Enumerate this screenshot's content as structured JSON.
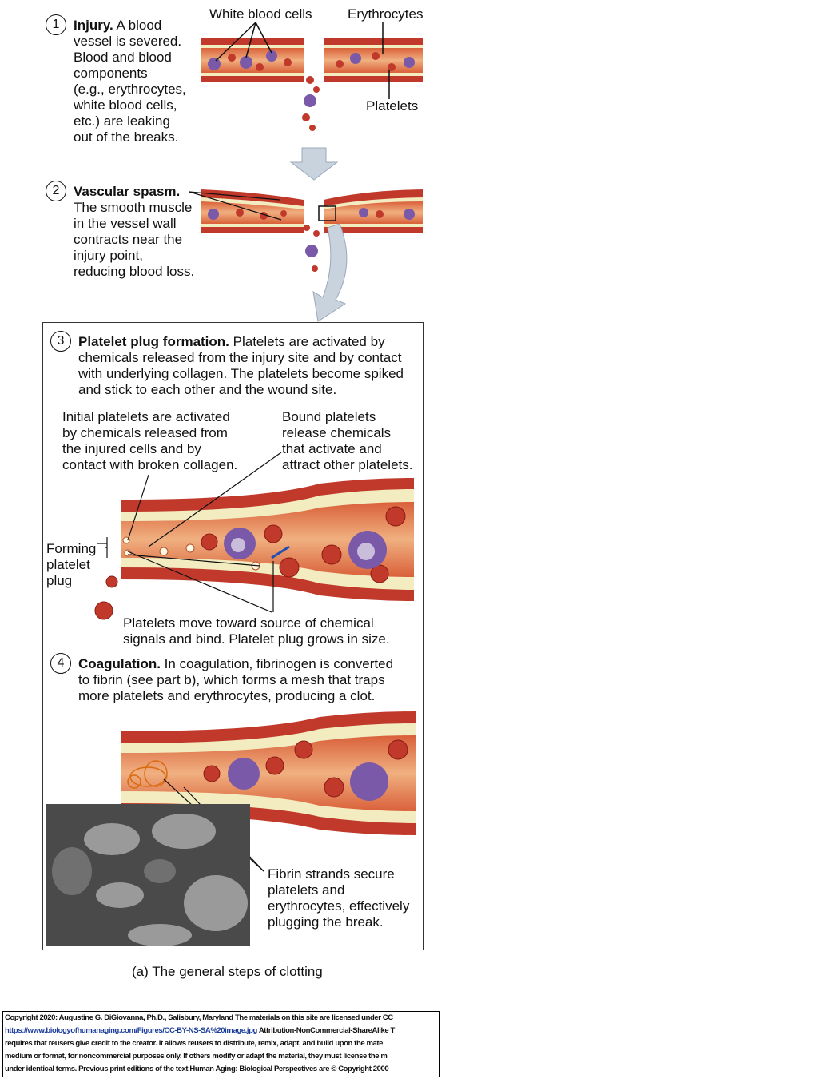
{
  "steps": [
    {
      "number": "1",
      "title": "Injury.",
      "text": " A blood\nvessel is severed.\nBlood and blood\ncomponents\n(e.g., erythrocytes,\nwhite blood cells,\netc.) are leaking\nout of the breaks."
    },
    {
      "number": "2",
      "title": "Vascular spasm.",
      "text": "\nThe smooth muscle\nin the vessel wall\ncontracts near the\ninjury point,\nreducing blood loss."
    },
    {
      "number": "3",
      "title": "Platelet plug formation.",
      "text": " Platelets are activated by\nchemicals released from the injury site and by contact\nwith underlying collagen. The platelets become spiked\nand stick to each other and the wound site."
    },
    {
      "number": "4",
      "title": "Coagulation.",
      "text": " In coagulation, fibrinogen is converted\nto fibrin (see part b), which forms a mesh that traps\nmore platelets and erythrocytes, producing a clot."
    }
  ],
  "labels": {
    "white_blood_cells": "White blood cells",
    "erythrocytes": "Erythrocytes",
    "platelets": "Platelets",
    "initial_platelets": "Initial platelets are activated\nby chemicals released from\nthe injured cells and by\ncontact with broken collagen.",
    "bound_platelets": "Bound platelets\nrelease chemicals\nthat activate and\nattract other platelets.",
    "forming_plug": "Forming\nplatelet\nplug",
    "platelets_move": "Platelets move toward source of chemical\nsignals and bind. Platelet plug grows in size.",
    "fibrin": "Fibrin strands secure\nplatelets and\nerythrocytes, effectively\nplugging the break."
  },
  "caption": "(a) The general steps of clotting",
  "copyright": {
    "line1": "Copyright 2020: Augustine G. DiGiovanna, Ph.D., Salisbury, Maryland  The materials on this site are licensed under CC",
    "link": "https://www.biologyofhumanaging.com/Figures/CC-BY-NS-SA%20image.jpg",
    "line2": " Attribution-NonCommercial-ShareAlike T",
    "line3": "requires that reusers give credit to the creator. It allows reusers to distribute, remix, adapt, and build upon the mate",
    "line4": "medium or format, for noncommercial purposes only. If others modify or adapt the material, they must license the m",
    "line5": "under identical terms.  Previous print editions of the text Human Aging: Biological Perspectives are © Copyright 2000"
  },
  "colors": {
    "vessel": "#c0392b",
    "lumen": "#e8a070",
    "wall": "#f3ecc0",
    "wbc": "#8a6bb5",
    "arrow": "#c9d3de"
  }
}
